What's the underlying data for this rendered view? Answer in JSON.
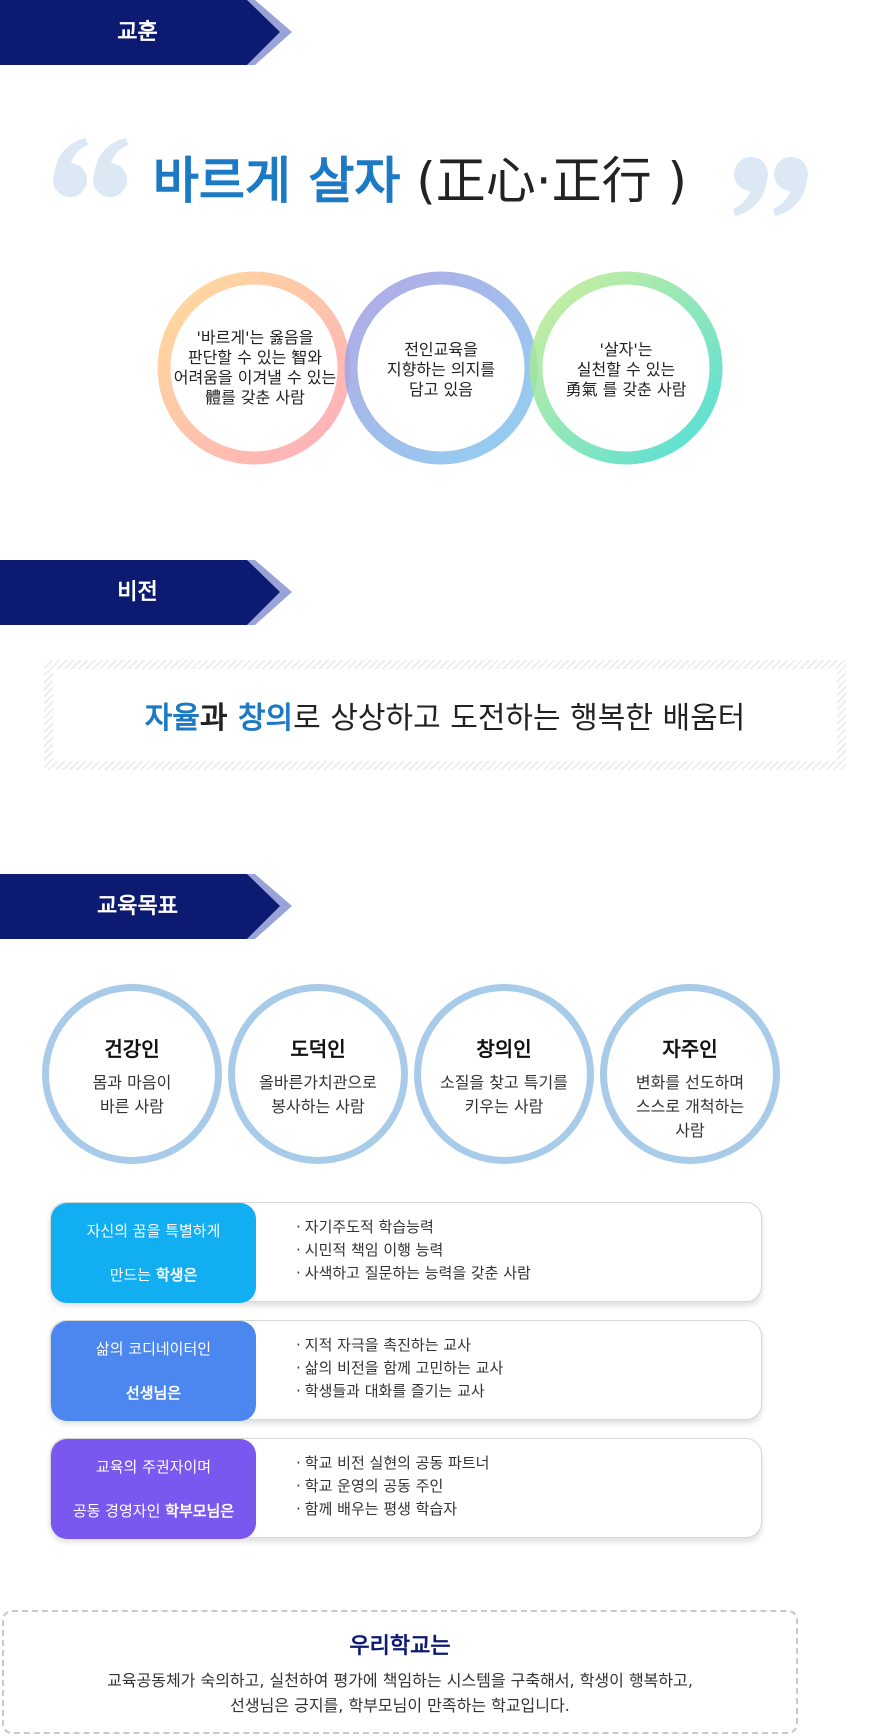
{
  "sections": {
    "motto_header": "교훈",
    "vision_header": "비전",
    "goals_header": "교육목표"
  },
  "colors": {
    "banner_navy": "#0d1a72",
    "banner_chevron": "#9aa3d8",
    "accent_blue": "#1c79c4",
    "goal_ring": "#a7cbe8",
    "student_tag": "#12aef2",
    "teacher_tag": "#4b87ef",
    "parent_tag": "#7a57ef"
  },
  "motto": {
    "highlight": "바르게 살자",
    "hanja": "(正心·正行 )",
    "open_quote_icon": "open-quote-icon",
    "close_quote_icon": "close-quote-icon"
  },
  "motto_circles": [
    {
      "text": "'바르게'는 옳음을\n판단할 수 있는 智와\n어려움을 이겨낼 수 있는\n體를 갖춘 사람"
    },
    {
      "text": "전인교육을\n지향하는 의지를\n담고 있음"
    },
    {
      "text": "'살자'는\n실천할 수 있는\n勇氣 를 갖춘 사람"
    }
  ],
  "vision": {
    "word1": "자율",
    "joiner1": "과 ",
    "word2": "창의",
    "rest": "로 상상하고 도전하는 행복한 배움터"
  },
  "goals": [
    {
      "title": "건강인",
      "desc": "몸과 마음이\n바른 사람"
    },
    {
      "title": "도덕인",
      "desc": "올바른가치관으로\n봉사하는 사람"
    },
    {
      "title": "창의인",
      "desc": "소질을 찾고 특기를\n키우는 사람"
    },
    {
      "title": "자주인",
      "desc": "변화를 선도하며\n스스로 개척하는\n사람"
    }
  ],
  "roles": [
    {
      "tag_line1": "자신의 꿈을 특별하게",
      "tag_line2_pre": "만드는 ",
      "tag_line2_bold": "학생은",
      "items": [
        "자기주도적 학습능력",
        "시민적 책임 이행 능력",
        "사색하고 질문하는 능력을 갖춘 사람"
      ]
    },
    {
      "tag_line1": "삶의 코디네이터인",
      "tag_line2_pre": "",
      "tag_line2_bold": "선생님은",
      "items": [
        "지적 자극을 촉진하는 교사",
        "삶의 비전을 함께 고민하는 교사",
        "학생들과 대화를 즐기는 교사"
      ]
    },
    {
      "tag_line1": "교육의 주권자이며",
      "tag_line2_pre": "공동 경영자인 ",
      "tag_line2_bold": "학부모님은",
      "items": [
        "학교 비전 실현의 공동 파트너",
        "학교 운영의 공동 주인",
        "함께 배우는 평생 학습자"
      ]
    }
  ],
  "school": {
    "title": "우리학교는",
    "desc": "교육공동체가 숙의하고, 실천하여 평가에 책임하는 시스템을 구축해서, 학생이 행복하고,\n선생님은 긍지를, 학부모님이 만족하는 학교입니다."
  }
}
